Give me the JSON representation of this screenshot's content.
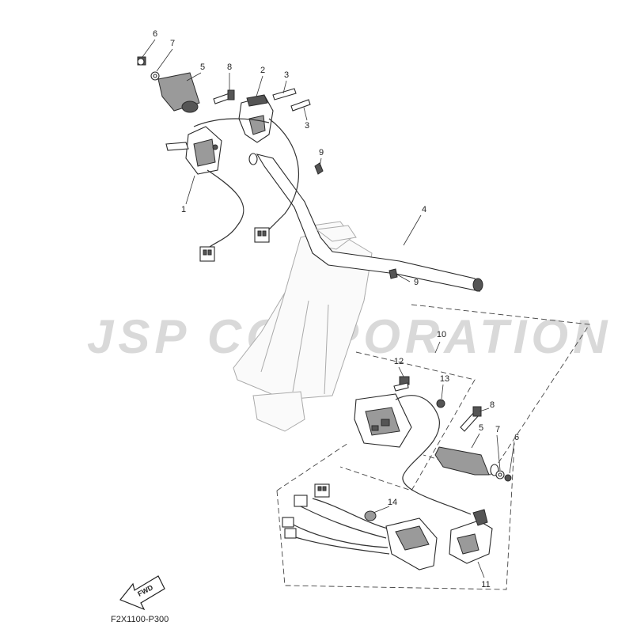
{
  "watermark": "JSP CORPORATION",
  "diagram_code": "F2X1100-P300",
  "fwd_label": "FWD",
  "callouts": {
    "c1": "1",
    "c2": "2",
    "c3a": "3",
    "c3b": "3",
    "c4": "4",
    "c5a": "5",
    "c5b": "5",
    "c6a": "6",
    "c6b": "6",
    "c7a": "7",
    "c7b": "7",
    "c8a": "8",
    "c8b": "8",
    "c9a": "9",
    "c9b": "9",
    "c10": "10",
    "c11": "11",
    "c12": "12",
    "c13": "13",
    "c14": "14"
  }
}
